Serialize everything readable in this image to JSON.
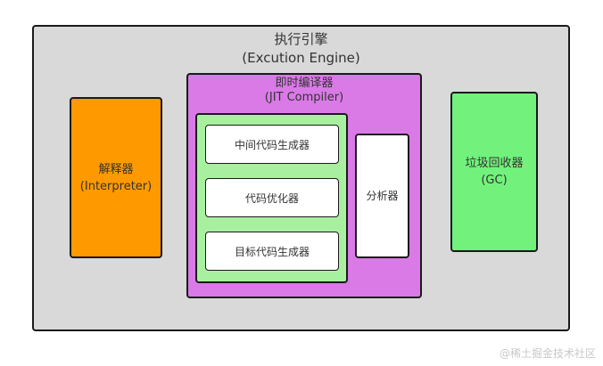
{
  "engine": {
    "title": "执行引擎",
    "subtitle": "(Excution Engine)"
  },
  "interpreter": {
    "title": "解释器",
    "subtitle": "(Interpreter)"
  },
  "jit": {
    "title": "即时编译器",
    "subtitle": "(JIT Compiler)",
    "stages": [
      "中间代码生成器",
      "代码优化器",
      "目标代码生成器"
    ],
    "analyzer": "分析器"
  },
  "gc": {
    "title": "垃圾回收器",
    "subtitle": "(GC)"
  },
  "colors": {
    "engine_bg": "#d9d9d9",
    "interpreter": "#ff9900",
    "jit": "#d97ae6",
    "jit_inner": "#a8f0a0",
    "gc": "#72f27c"
  },
  "watermark": "@稀土掘金技术社区"
}
